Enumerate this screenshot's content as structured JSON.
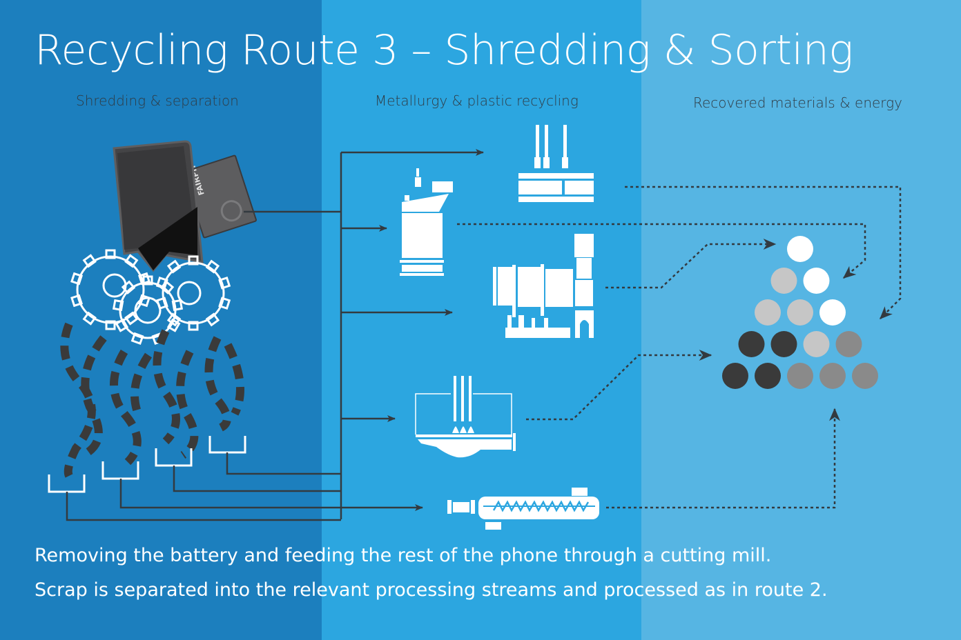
{
  "title": "Recycling Route 3 – Shredding & Sorting",
  "columns": [
    {
      "label": "Shredding & separation"
    },
    {
      "label": "Metallurgy & plastic recycling"
    },
    {
      "label": "Recovered materials & energy"
    }
  ],
  "description": [
    "Removing the battery and feeding the rest of the phone through a cutting mill.",
    "Scrap is separated into the relevant processing streams and processed as in route 2."
  ],
  "phone": {
    "battery_brand": "FAIRPH"
  },
  "colors": {
    "panel_1": "#1c7fbe",
    "panel_2": "#2ca6e0",
    "panel_3": "#56b5e3",
    "line": "#333a40",
    "icon": "#ffffff",
    "material_white": "#ffffff",
    "material_light": "#c6c6c6",
    "material_mid": "#8a8a8a",
    "material_dark": "#3a3a3a"
  },
  "icons": {
    "shredder": "gears-icon",
    "bins": "sorting-bin-icon",
    "facility_1": "smelter-stack-icon",
    "facility_2": "converter-furnace-icon",
    "facility_3": "rotary-kiln-icon",
    "facility_4": "refining-furnace-icon",
    "facility_5": "plastic-extruder-icon",
    "output": "materials-pyramid-icon"
  },
  "materials_pyramid": [
    [
      "white"
    ],
    [
      "light",
      "white"
    ],
    [
      "light",
      "light",
      "white"
    ],
    [
      "dark",
      "dark",
      "light",
      "mid"
    ],
    [
      "dark",
      "dark",
      "mid",
      "mid",
      "mid"
    ]
  ]
}
